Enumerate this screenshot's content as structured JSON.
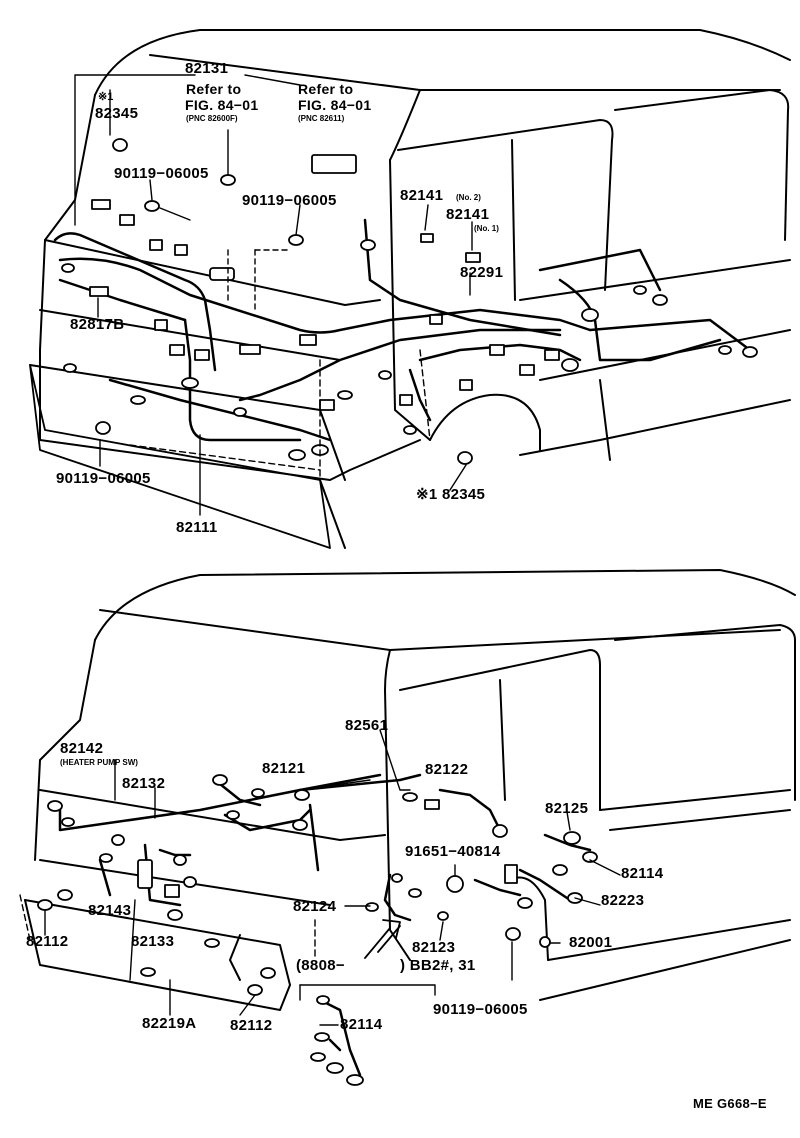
{
  "upper": {
    "callouts": {
      "p82131": "82131",
      "refer_a": "Refer to",
      "fig_a": "FIG. 84−01",
      "pnc_a": "(PNC 82600F)",
      "refer_b": "Refer to",
      "fig_b": "FIG. 84−01",
      "pnc_b": "(PNC 82611)",
      "star1_top": "※1",
      "p82345_top": "82345",
      "p90119_a": "90119−06005",
      "p90119_b": "90119−06005",
      "p82141_no2": "82141",
      "no2": "(No. 2)",
      "p82141_no1": "82141",
      "no1": "(No. 1)",
      "p82291": "82291",
      "p82817b": "82817B",
      "p90119_c": "90119−06005",
      "p82345_bottom": "※1 82345",
      "p82111": "82111"
    }
  },
  "lower": {
    "callouts": {
      "p82561": "82561",
      "p82142": "82142",
      "heater": "(HEATER PUMP SW)",
      "p82121": "82121",
      "p82122": "82122",
      "p82132": "82132",
      "p82125": "82125",
      "p91651": "91651−40814",
      "p82114_a": "82114",
      "p82124": "82124",
      "p82223": "82223",
      "p82143": "82143",
      "p82112_a": "82112",
      "p82133": "82133",
      "p82123": "82123",
      "p82001": "82001",
      "range": "(8808−",
      "bb2": ") BB2#, 31",
      "p90119_d": "90119−06005",
      "p82114_b": "82114",
      "p82219a": "82219A",
      "p82112_b": "82112"
    }
  },
  "footer": {
    "code": "ME G668−E"
  }
}
